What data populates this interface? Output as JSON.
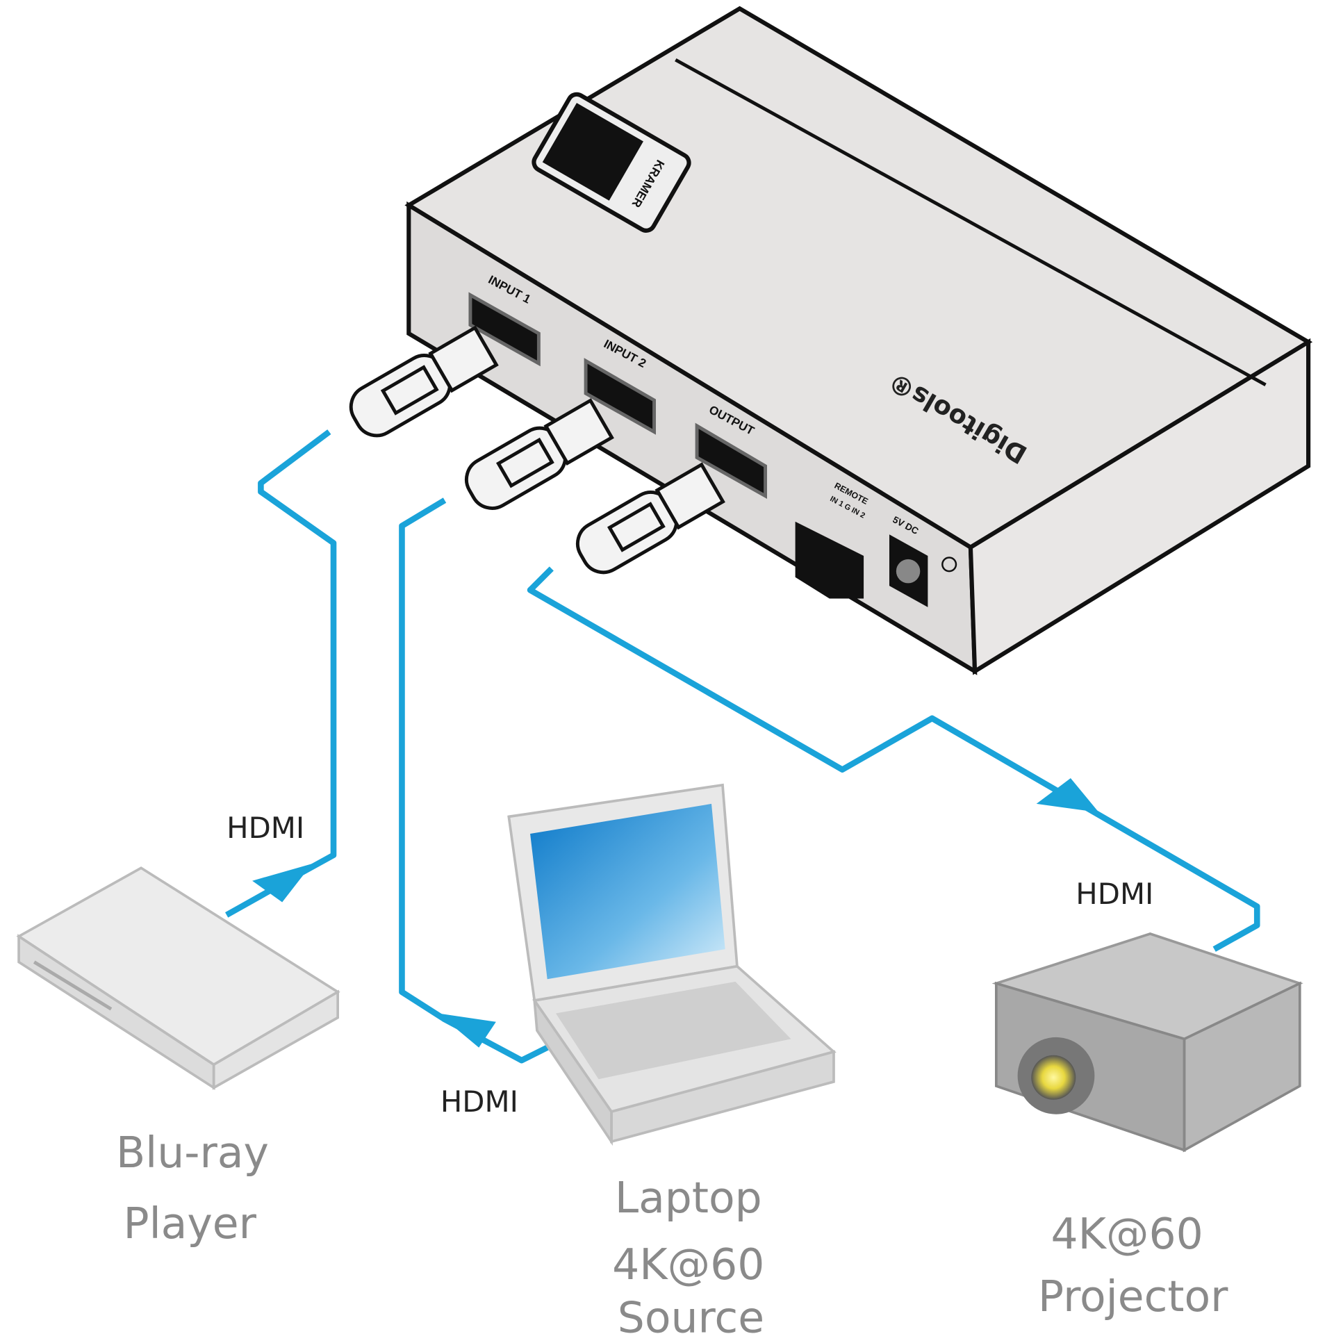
{
  "device": {
    "brand_logo": "KRAMER",
    "product_line": "Digitools®",
    "ports": {
      "input1": "INPUT 1",
      "input2": "INPUT 2",
      "output": "OUTPUT",
      "remote": "REMOTE",
      "remote_pins": "IN 1 G IN 2",
      "power": "5V DC"
    }
  },
  "connections": [
    {
      "label": "HDMI",
      "from": "Blu-ray Player",
      "to": "INPUT 1"
    },
    {
      "label": "HDMI",
      "from": "Laptop 4K@60 Source",
      "to": "INPUT 2"
    },
    {
      "label": "HDMI",
      "from": "OUTPUT",
      "to": "4K@60 Projector"
    }
  ],
  "devices": {
    "bluray": [
      "Blu-ray",
      "Player"
    ],
    "laptop": [
      "Laptop",
      "4K@60",
      "Source"
    ],
    "projector": [
      "4K@60",
      "Projector"
    ]
  },
  "colors": {
    "cable": "#1aa3d9",
    "device_body": "#e4e2e1",
    "caption": "#8a8a8a"
  }
}
